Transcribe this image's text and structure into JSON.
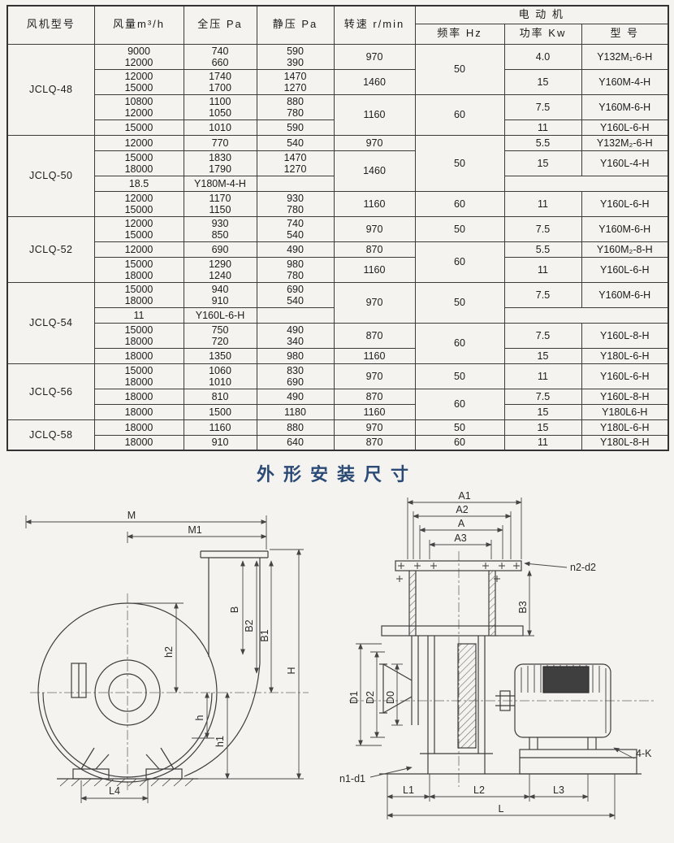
{
  "page": {
    "background": "#f4f3ef"
  },
  "section_title": "外形安装尺寸",
  "table": {
    "headers": {
      "fan_model": "风机型号",
      "air_volume": "风量m³/h",
      "total_pressure": "全压 Pa",
      "static_pressure": "静压 Pa",
      "speed": "转速 r/min",
      "motor_group": "电  动  机",
      "frequency": "频率 Hz",
      "power": "功率 Kw",
      "motor_model": "型  号"
    },
    "rows": [
      [
        {
          "t": "JCLQ-48",
          "rs": 4,
          "model": true
        },
        {
          "t": "9000\n12000"
        },
        {
          "t": "740\n660"
        },
        {
          "t": "590\n390"
        },
        {
          "t": "970"
        },
        {
          "t": "50",
          "rs": 2
        },
        {
          "t": "4.0"
        },
        {
          "t": "Y132M₁-6-H"
        }
      ],
      [
        {
          "t": "12000\n15000"
        },
        {
          "t": "1740\n1700"
        },
        {
          "t": "1470\n1270"
        },
        {
          "t": "1460"
        },
        {
          "t": "15"
        },
        {
          "t": "Y160M-4-H"
        }
      ],
      [
        {
          "t": "10800\n12000"
        },
        {
          "t": "1100\n1050"
        },
        {
          "t": "880\n780"
        },
        {
          "t": "1160",
          "rs": 2
        },
        {
          "t": "60",
          "rs": 2
        },
        {
          "t": "7.5"
        },
        {
          "t": "Y160M-6-H"
        }
      ],
      [
        {
          "t": "15000"
        },
        {
          "t": "1010"
        },
        {
          "t": "590"
        },
        {
          "t": "11"
        },
        {
          "t": "Y160L-6-H"
        }
      ],
      [
        {
          "t": "JCLQ-50",
          "rs": 4,
          "model": true
        },
        {
          "t": "12000"
        },
        {
          "t": "770"
        },
        {
          "t": "540"
        },
        {
          "t": "970"
        },
        {
          "t": "50",
          "rs": 3
        },
        {
          "t": "5.5"
        },
        {
          "t": "Y132M₂-6-H"
        }
      ],
      [
        {
          "t": "15000\n18000"
        },
        {
          "t": "1830\n1790"
        },
        {
          "t": "1470\n1270"
        },
        {
          "t": "1460",
          "rs": 2
        },
        {
          "t": "15"
        },
        {
          "t": "Y160L-4-H"
        }
      ],
      [
        {
          "t": "18.5"
        },
        {
          "t": "Y180M-4-H"
        }
      ],
      [
        {
          "t": "12000\n15000"
        },
        {
          "t": "1170\n1150"
        },
        {
          "t": "930\n780"
        },
        {
          "t": "1160"
        },
        {
          "t": "60"
        },
        {
          "t": "11"
        },
        {
          "t": "Y160L-6-H"
        }
      ],
      [
        {
          "t": "JCLQ-52",
          "rs": 3,
          "model": true
        },
        {
          "t": "12000\n15000"
        },
        {
          "t": "930\n850"
        },
        {
          "t": "740\n540"
        },
        {
          "t": "970"
        },
        {
          "t": "50"
        },
        {
          "t": "7.5"
        },
        {
          "t": "Y160M-6-H"
        }
      ],
      [
        {
          "t": "12000"
        },
        {
          "t": "690"
        },
        {
          "t": "490"
        },
        {
          "t": "870"
        },
        {
          "t": "60",
          "rs": 2
        },
        {
          "t": "5.5"
        },
        {
          "t": "Y160M₂-8-H"
        }
      ],
      [
        {
          "t": "15000\n18000"
        },
        {
          "t": "1290\n1240"
        },
        {
          "t": "980\n780"
        },
        {
          "t": "1160"
        },
        {
          "t": "11"
        },
        {
          "t": "Y160L-6-H"
        }
      ],
      [
        {
          "t": "JCLQ-54",
          "rs": 4,
          "model": true
        },
        {
          "t": "15000\n18000"
        },
        {
          "t": "940\n910"
        },
        {
          "t": "690\n540"
        },
        {
          "t": "970",
          "rs": 2
        },
        {
          "t": "50",
          "rs": 2
        },
        {
          "t": "7.5"
        },
        {
          "t": "Y160M-6-H"
        }
      ],
      [
        {
          "t": "11"
        },
        {
          "t": "Y160L-6-H"
        }
      ],
      [
        {
          "t": "15000\n18000"
        },
        {
          "t": "750\n720"
        },
        {
          "t": "490\n340"
        },
        {
          "t": "870"
        },
        {
          "t": "60",
          "rs": 2
        },
        {
          "t": "7.5"
        },
        {
          "t": "Y160L-8-H"
        }
      ],
      [
        {
          "t": "18000"
        },
        {
          "t": "1350"
        },
        {
          "t": "980"
        },
        {
          "t": "1160"
        },
        {
          "t": "15"
        },
        {
          "t": "Y180L-6-H"
        }
      ],
      [
        {
          "t": "JCLQ-56",
          "rs": 3,
          "model": true
        },
        {
          "t": "15000\n18000"
        },
        {
          "t": "1060\n1010"
        },
        {
          "t": "830\n690"
        },
        {
          "t": "970"
        },
        {
          "t": "50"
        },
        {
          "t": "11"
        },
        {
          "t": "Y160L-6-H"
        }
      ],
      [
        {
          "t": "18000"
        },
        {
          "t": "810"
        },
        {
          "t": "490"
        },
        {
          "t": "870"
        },
        {
          "t": "60",
          "rs": 2
        },
        {
          "t": "7.5"
        },
        {
          "t": "Y160L-8-H"
        }
      ],
      [
        {
          "t": "18000"
        },
        {
          "t": "1500"
        },
        {
          "t": "1180"
        },
        {
          "t": "1160"
        },
        {
          "t": "15"
        },
        {
          "t": "Y180L6-H"
        }
      ],
      [
        {
          "t": "JCLQ-58",
          "rs": 2,
          "model": true
        },
        {
          "t": "18000"
        },
        {
          "t": "1160"
        },
        {
          "t": "880"
        },
        {
          "t": "970"
        },
        {
          "t": "50"
        },
        {
          "t": "15"
        },
        {
          "t": "Y180L-6-H"
        }
      ],
      [
        {
          "t": "18000"
        },
        {
          "t": "910"
        },
        {
          "t": "640"
        },
        {
          "t": "870"
        },
        {
          "t": "60"
        },
        {
          "t": "11"
        },
        {
          "t": "Y180L-8-H"
        }
      ]
    ]
  },
  "diagram_left": {
    "M": "M",
    "M1": "M1",
    "B": "B",
    "B2": "B2",
    "B1": "B1",
    "h2": "h2",
    "h": "h",
    "h1": "h1",
    "H": "H",
    "L4": "L4"
  },
  "diagram_right": {
    "A1": "A1",
    "A2": "A2",
    "A": "A",
    "A3": "A3",
    "n2d2": "n2-d2",
    "B3": "B3",
    "D1": "D1",
    "D2": "D2",
    "D0": "D0",
    "n1d1": "n1-d1",
    "L1": "L1",
    "L2": "L2",
    "L3": "L3",
    "L": "L",
    "K": "4-K"
  }
}
